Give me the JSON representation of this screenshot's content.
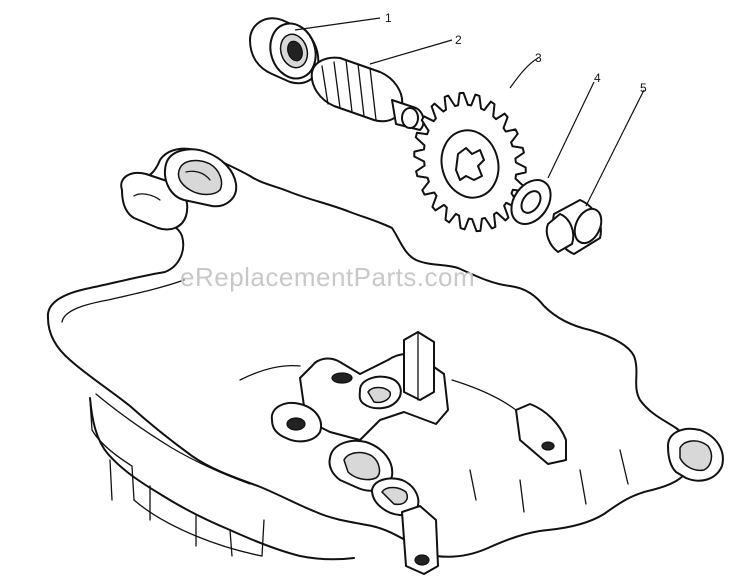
{
  "watermark": "eReplacementParts.com",
  "callouts": [
    {
      "number": "1",
      "part": "bearing"
    },
    {
      "number": "2",
      "part": "pinion-shaft"
    },
    {
      "number": "3",
      "part": "sprocket"
    },
    {
      "number": "4",
      "part": "washer"
    },
    {
      "number": "5",
      "part": "bushing"
    }
  ]
}
